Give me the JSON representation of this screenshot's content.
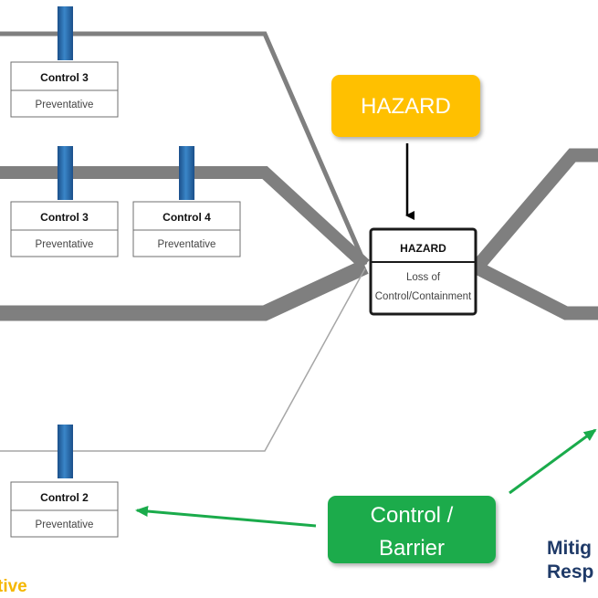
{
  "colors": {
    "pathway": "#7f7f7f",
    "barrier_blue": "#2e75b6",
    "hazard_orange": "#ffc000",
    "control_green": "#1aab4b",
    "arrow_green": "#1aab4b",
    "mitigative_blue": "#1f3a68",
    "preventative_yellow": "#f5b700"
  },
  "hazard_callout": {
    "label": "HAZARD"
  },
  "hazard_box": {
    "title": "HAZARD",
    "line1": "Loss of",
    "line2": "Control/Containment"
  },
  "controls": [
    {
      "title": "Control 3",
      "type": "Preventative"
    },
    {
      "title": "Control 3",
      "type": "Preventative"
    },
    {
      "title": "Control 4",
      "type": "Preventative"
    },
    {
      "title": "Control 2",
      "type": "Preventative"
    }
  ],
  "control_barrier_callout": {
    "line1": "Control /",
    "line2": "Barrier"
  },
  "edge_labels": {
    "preventative_fragment": "tive",
    "mitigative_fragment_1": "Mitig",
    "mitigative_fragment_2": "Resp"
  }
}
